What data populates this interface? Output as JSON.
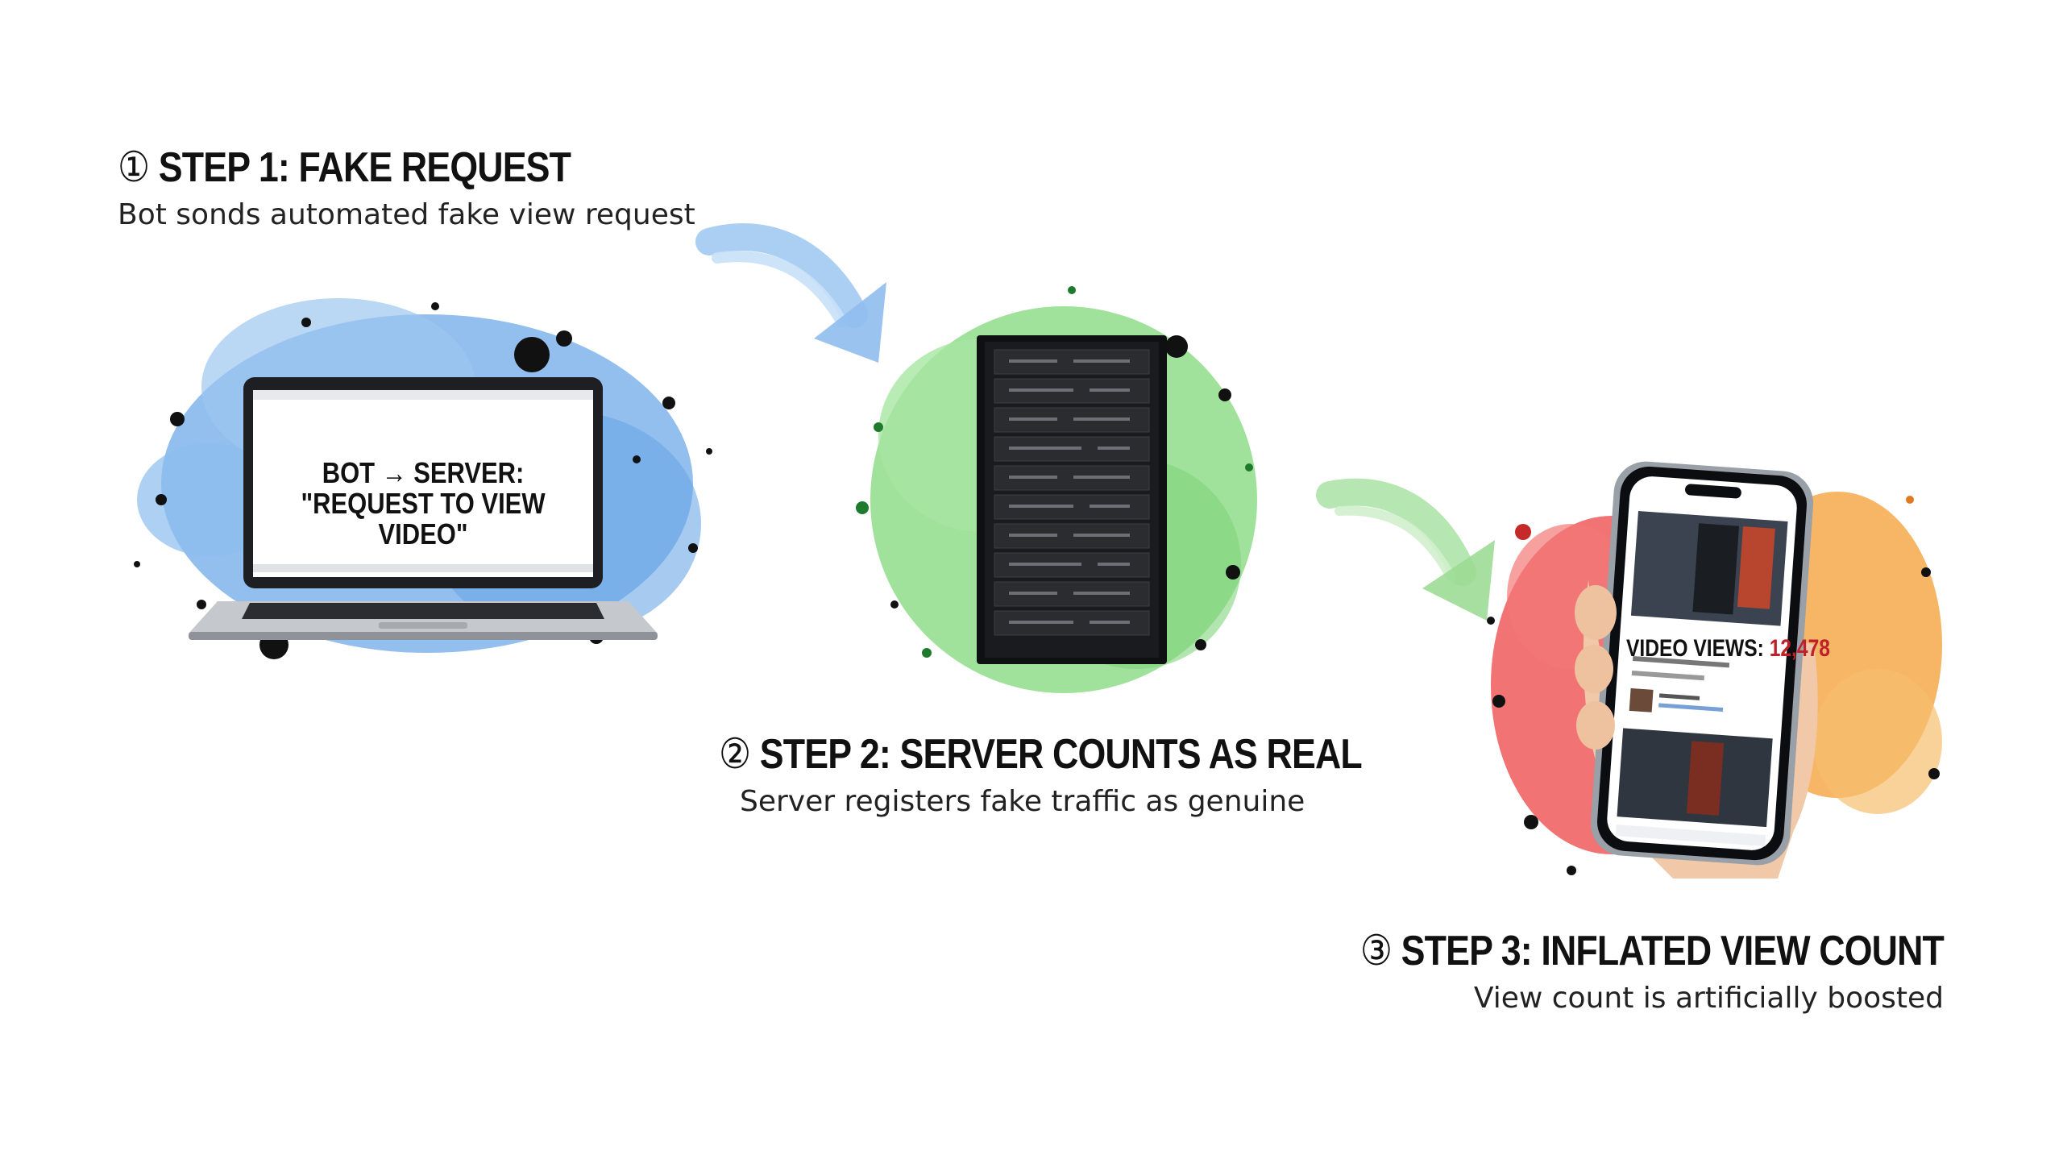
{
  "steps": [
    {
      "number": "①",
      "title": "STEP 1: FAKE REQUEST",
      "subtitle": "Bot sonds automated fake view request"
    },
    {
      "number": "②",
      "title": "STEP 2: SERVER COUNTS AS REAL",
      "subtitle": "Server registers fake traffic as genuine"
    },
    {
      "number": "③",
      "title": "STEP 3: INFLATED VIEW COUNT",
      "subtitle": "View count is artificially boosted"
    }
  ],
  "laptop": {
    "line1": "BOT → SERVER:",
    "line2": "\"REQUEST TO VIEW VIDEO\""
  },
  "phone": {
    "views_label": "VIDEO VIEWS:",
    "views_value": "12,478"
  },
  "colors": {
    "blue_splash": "#7fb4ea",
    "green_splash": "#8fdc8a",
    "red_splash": "#ef5a5a",
    "orange_splash": "#f5a94a",
    "ink": "#111111",
    "views_red": "#c0202a"
  }
}
